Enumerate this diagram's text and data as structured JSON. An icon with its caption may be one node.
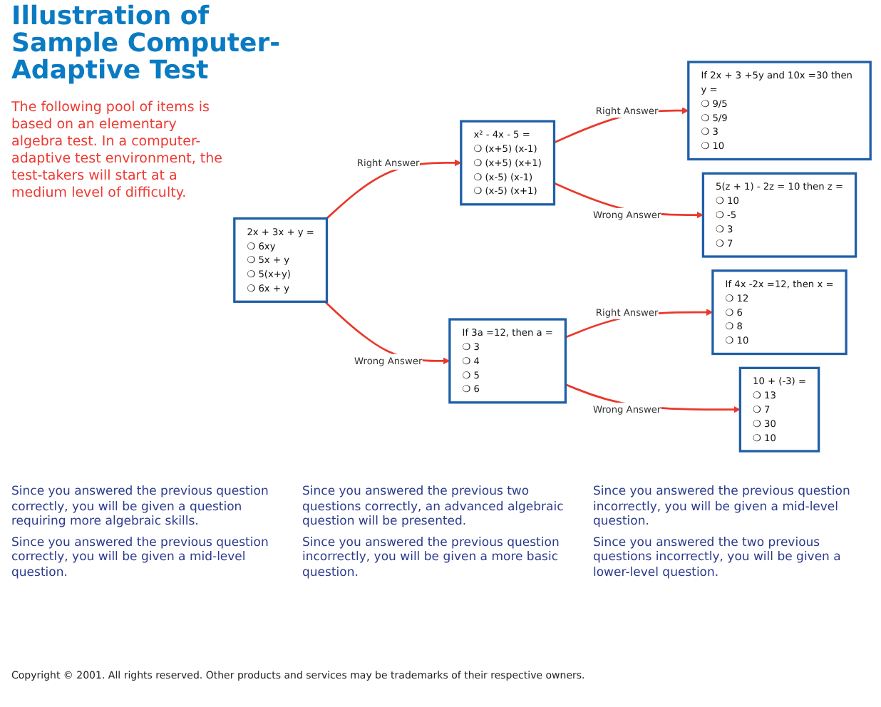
{
  "diagram": {
    "title": "Illustration of Sample Computer-Adaptive Test",
    "nodes": [
      {
        "text": [
          "2x + 3x + y =",
          "❍ 6xy",
          "❍ 5x + y",
          "❍ 5(x+y)",
          "❍ 6x + y"
        ]
      },
      {
        "text": [
          "x² - 4x - 5 =",
          "❍ (x+5) (x-1)",
          "❍ (x+5) (x+1)",
          "❍ (x-5) (x-1)",
          "❍ (x-5) (x+1)"
        ]
      },
      {
        "text": [
          "If 2x + 3 +5y and 10x =30 then y =",
          "❍ 9/5",
          "❍ 5/9",
          "❍ 3",
          "❍ 10"
        ]
      },
      {
        "text": [
          "5(z + 1) - 2z = 10 then z =",
          "❍ 10",
          "❍ -5",
          "❍ 3",
          "❍ 7"
        ]
      },
      {
        "text": [
          "If 3a =12, then a =",
          "❍ 3",
          "❍ 4",
          "❍ 5",
          "❍ 6"
        ]
      },
      {
        "text": [
          "If 4x -2x =12, then x =",
          "❍ 12",
          "❍ 6",
          "❍ 8",
          "❍ 10"
        ]
      },
      {
        "text": [
          "10 + (-3) =",
          "❍ 13",
          "❍ 7",
          "❍ 30",
          "❍ 10"
        ]
      }
    ],
    "edges": [
      {
        "from": 0,
        "to": 1,
        "arrow": "to",
        "label": "Right Answer"
      },
      {
        "from": 0,
        "to": 4,
        "arrow": "to",
        "label": "Wrong Answer"
      },
      {
        "from": 1,
        "to": 2,
        "arrow": "to",
        "label": "Right Answer"
      },
      {
        "from": 1,
        "to": 3,
        "arrow": "to",
        "label": "Wrong Answer"
      },
      {
        "from": 4,
        "to": 5,
        "arrow": "to",
        "label": "Right Answer"
      },
      {
        "from": 4,
        "to": 6,
        "arrow": "to",
        "label": "Wrong Answer"
      }
    ],
    "labels": [
      "The following pool of items is based on an elementary algebra test. In a computer-adaptive test environment, the test-takers will start at a medium level of difficulty.",
      "Since you answered the previous question correctly, you will be given a question requiring more algebraic skills.",
      "Since you answered the previous two questions correctly, an advanced algebraic question will be presented.",
      "Since you answered the previous question incorrectly, you will be given a mid-level question.",
      "Since you answered the previous question correctly, you will be given a mid-level question.",
      "Since you answered the previous question incorrectly, you will be given a more basic question.",
      "Since you answered the two previous questions incorrectly, you will be given a lower-level question.",
      "Copyright © 2001. All rights reserved. Other products and services may be trademarks of their respective owners."
    ]
  }
}
